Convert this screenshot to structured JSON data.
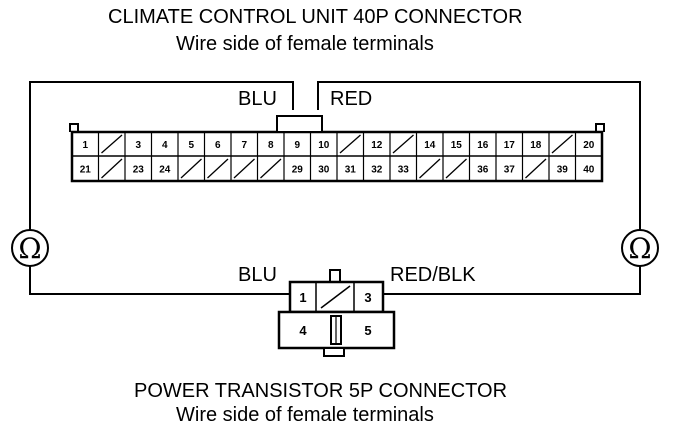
{
  "top_connector": {
    "title": "CLIMATE CONTROL UNIT 40P CONNECTOR",
    "subtitle": "Wire side of female terminals",
    "wire_left": "BLU",
    "wire_right": "RED",
    "row1": [
      "1",
      "/",
      "3",
      "4",
      "5",
      "6",
      "7",
      "8",
      "9",
      "10",
      "/",
      "12",
      "/",
      "14",
      "15",
      "16",
      "17",
      "18",
      "/",
      "20"
    ],
    "row2": [
      "21",
      "/",
      "23",
      "24",
      "/",
      "/",
      "/",
      "/",
      "29",
      "30",
      "31",
      "32",
      "33",
      "/",
      "/",
      "36",
      "37",
      "/",
      "39",
      "40"
    ]
  },
  "bottom_connector": {
    "title": "POWER TRANSISTOR 5P CONNECTOR",
    "subtitle": "Wire side of female terminals",
    "wire_left": "BLU",
    "wire_right": "RED/BLK",
    "pins": [
      "1",
      "/",
      "3",
      "4",
      "5"
    ]
  },
  "meter": {
    "left_symbol": "Ω",
    "right_symbol": "Ω"
  }
}
